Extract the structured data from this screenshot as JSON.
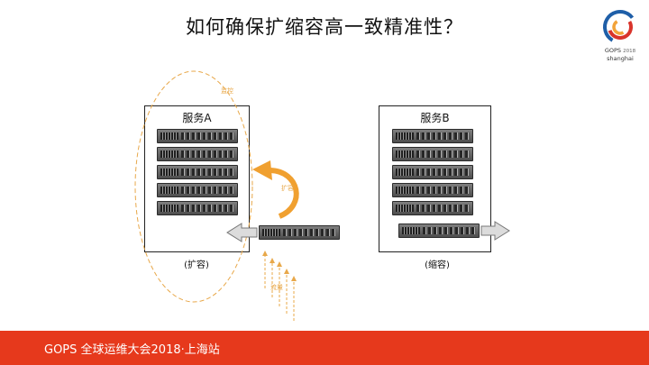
{
  "slide": {
    "title": "如何确保扩缩容高一致精准性？"
  },
  "logo": {
    "line1": "GOPS",
    "line1_year": "2018",
    "line2": "shanghai",
    "colors": {
      "blue": "#1f5fa8",
      "red": "#d9342b",
      "orange": "#f2a33a"
    }
  },
  "group_a": {
    "label": "服务A",
    "caption": "(扩容)",
    "server_count": 5
  },
  "group_b": {
    "label": "服务B",
    "caption": "(缩容)",
    "server_count": 6
  },
  "annotations": {
    "monitor": "监控",
    "scale": "扩容",
    "traffic": "流量"
  },
  "footer": {
    "text": "GOPS 全球运维大会2018·上海站",
    "color": "#e6391c"
  }
}
